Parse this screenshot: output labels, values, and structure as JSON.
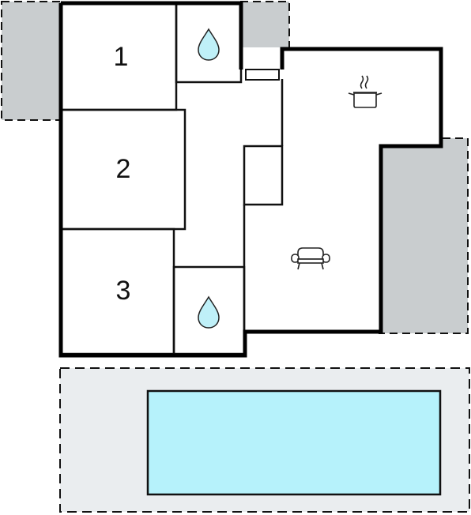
{
  "rooms": {
    "bedroom_1": {
      "label": "1"
    },
    "bedroom_2": {
      "label": "2"
    },
    "bedroom_3": {
      "label": "3"
    }
  },
  "icons": {
    "bathroom": "water-drop-icon",
    "kitchen": "cooking-pot-icon",
    "living": "sofa-icon"
  },
  "colors": {
    "wall": "#000000",
    "terrace": "#c9cdcf",
    "pool_deck": "#eaedef",
    "pool": "#b6f2fb",
    "water_drop": "#bff0f8"
  }
}
